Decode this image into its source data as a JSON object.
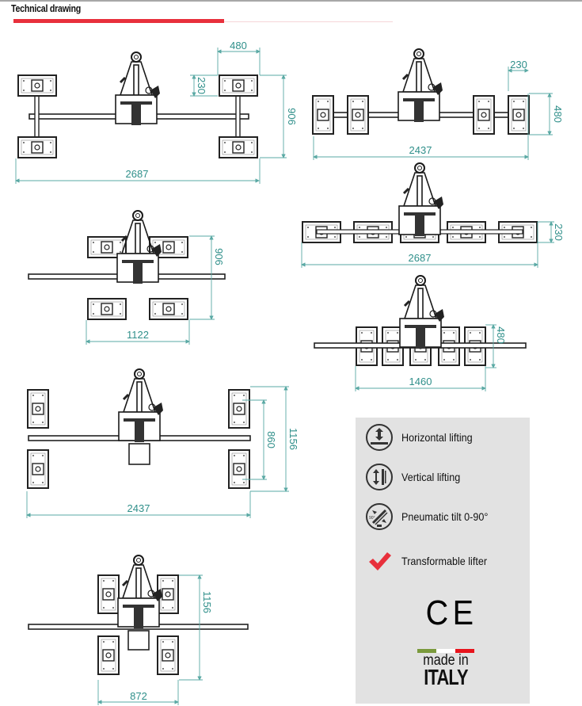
{
  "header": {
    "title": "Technical drawing",
    "accent_color": "#e8303c"
  },
  "drawings": [
    {
      "id": "config-4-pads-wide",
      "dimensions": {
        "overall_width": "2687",
        "pad_width": "480",
        "pad_height": "230",
        "overall_depth": "906"
      }
    },
    {
      "id": "config-4-pads-row-vertical",
      "dimensions": {
        "overall_width": "2437",
        "pad_spacing": "230",
        "pad_height": "480"
      }
    },
    {
      "id": "config-4-pads-compact",
      "dimensions": {
        "overall_width": "1122",
        "overall_depth": "906"
      }
    },
    {
      "id": "config-5-pads-row-horizontal",
      "dimensions": {
        "overall_width": "2687",
        "pad_height": "230"
      }
    },
    {
      "id": "config-5-pads-row-compact",
      "dimensions": {
        "overall_width": "1460",
        "pad_height": "480"
      }
    },
    {
      "id": "config-4-pads-vertical-wide",
      "dimensions": {
        "overall_width": "2437",
        "inner_depth": "860",
        "overall_depth": "1156"
      }
    },
    {
      "id": "config-4-pads-vertical-compact",
      "dimensions": {
        "overall_width": "872",
        "overall_depth": "1156"
      }
    }
  ],
  "dimension_color": "#2f8f8a",
  "features": {
    "items": [
      {
        "icon": "horizontal-lifting-icon",
        "label": "Horizontal lifting"
      },
      {
        "icon": "vertical-lifting-icon",
        "label": "Vertical lifting"
      },
      {
        "icon": "pneumatic-tilt-icon",
        "label": "Pneumatic tilt 0-90°",
        "icon_text": "90°"
      },
      {
        "icon": "checkmark-icon",
        "label": "Transformable lifter"
      }
    ],
    "ce_mark": "CE",
    "made_in": "made in",
    "country": "ITALY",
    "flag_colors": [
      "#7a9a3c",
      "#ffffff",
      "#e8141c"
    ]
  }
}
